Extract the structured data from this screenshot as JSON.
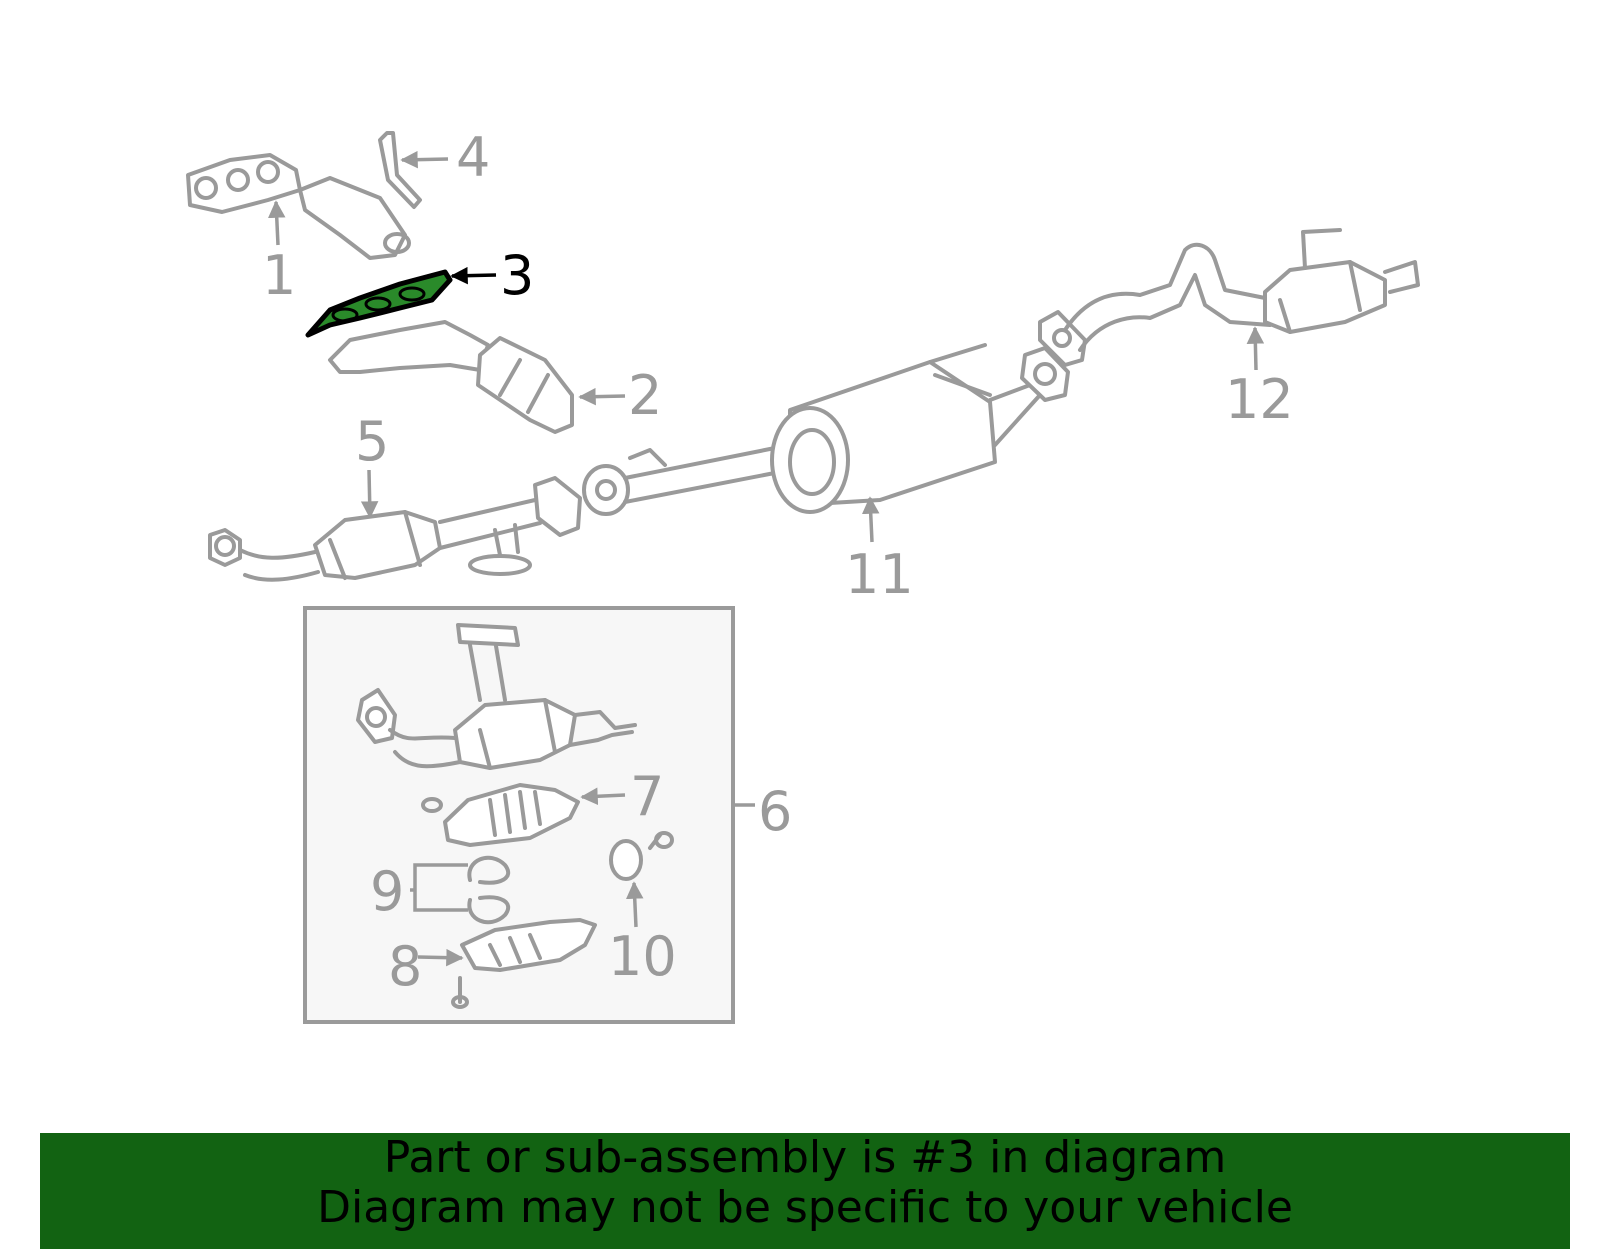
{
  "callouts": {
    "c1": "1",
    "c2": "2",
    "c3": "3",
    "c4": "4",
    "c5": "5",
    "c6": "6",
    "c7": "7",
    "c8": "8",
    "c9": "9",
    "c10": "10",
    "c11": "11",
    "c12": "12"
  },
  "highlight": {
    "part": "3",
    "color": "#2a8a2a"
  },
  "banner": {
    "line1": "Part or sub-assembly is #3 in diagram",
    "line2": "Diagram may not be specific to your vehicle",
    "color": "#126312"
  }
}
